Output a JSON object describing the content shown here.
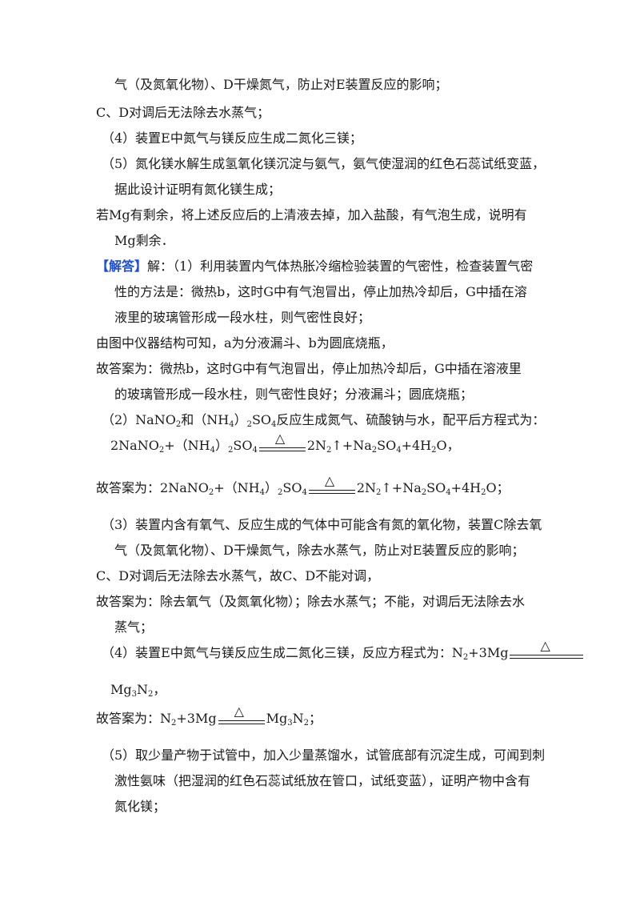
{
  "lines": {
    "l1": "气（及氮氧化物）、D干燥氮气，防止对E装置反应的影响；",
    "l2": "C、D对调后无法除去水蒸气；",
    "l3": "（4）装置E中氮气与镁反应生成二氮化三镁；",
    "l4": "（5）氮化镁水解生成氢氧化镁沉淀与氨气，氨气使湿润的红色石蕊试纸变蓝，",
    "l5": "据此设计证明有氮化镁生成；",
    "l6": "若Mg有剩余，将上述反应后的上清液去掉，加入盐酸，有气泡生成，说明有",
    "l7": "Mg剩余．",
    "l8_tag": "【解答】",
    "l8": "解：（1）利用装置内气体热胀冷缩检验装置的气密性，检查装置气密",
    "l9": "性的方法是：微热b，这时G中有气泡冒出，停止加热冷却后，G中插在溶",
    "l10": "液里的玻璃管形成一段水柱，则气密性良好；",
    "l11": "由图中仪器结构可知，a为分液漏斗、b为圆底烧瓶，",
    "l12": "故答案为：微热b，这时G中有气泡冒出，停止加热冷却后，G中插在溶液里",
    "l13": "的玻璃管形成一段水柱，则气密性良好；分液漏斗；圆底烧瓶；",
    "l14a": "（2）NaNO",
    "l14b": "2",
    "l14c": "和（NH",
    "l14d": "4",
    "l14e": "）",
    "l14f": "2",
    "l14g": "SO",
    "l14h": "4",
    "l14i": "反应生成氮气、硫酸钠与水，配平后方程式为：",
    "l15_prefix": "",
    "l16_prefix": "故答案为：",
    "eq1": {
      "a": "2NaNO",
      "a2": "2",
      "b": "+（NH",
      "b4": "4",
      "c": "）",
      "c2": "2",
      "d": "SO",
      "d4": "4",
      "e": "2N",
      "e2": "2",
      "f": "↑+Na",
      "f2": "2",
      "g": "SO",
      "g4": "4",
      "h": "+4H",
      "h2": "2",
      "i": "O"
    },
    "eq1_end": "，",
    "eq2_end": "；",
    "l17": "（3）装置内含有氧气、反应生成的气体中可能含有氮的氧化物，装置C除去氧",
    "l18": "气（及氮氧化物）、D干燥氮气，除去水蒸气，防止对E装置反应的影响；",
    "l19": "C、D对调后无法除去水蒸气，故C、D不能对调，",
    "l20": "故答案为：除去氧气（及氮氧化物）；除去水蒸气；不能，对调后无法除去水",
    "l21": "蒸气；",
    "l22": "（4）装置E中氮气与镁反应生成二氮化三镁，反应方程式为：",
    "eq3": {
      "a": "N",
      "a2": "2",
      "b": "+3Mg",
      "c": "Mg",
      "c3": "3",
      "d": "N",
      "d2": "2"
    },
    "l23_end": "，",
    "l24_prefix": "故答案为：",
    "l24_end": "；",
    "l25": "（5）取少量产物于试管中，加入少量蒸馏水，试管底部有沉淀生成，可闻到刺",
    "l26": "激性氨味（把湿润的红色石蕊试纸放在管口，试纸变蓝），证明产物中含有",
    "l27": "氮化镁；",
    "heat_symbol": "△"
  }
}
